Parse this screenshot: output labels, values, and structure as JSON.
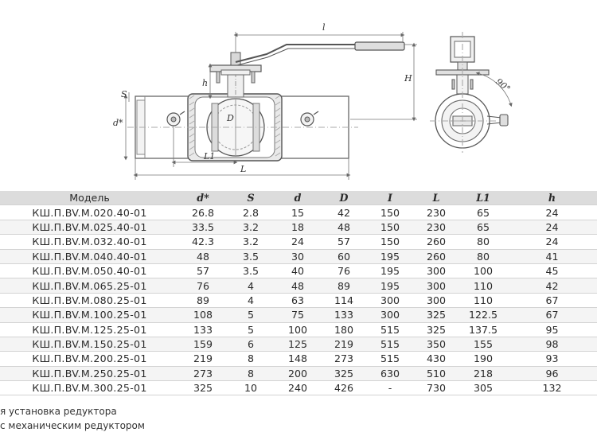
{
  "drawing": {
    "dimension_labels": {
      "l_handle": "l",
      "H": "H",
      "h": "h",
      "S": "S",
      "d_star": "d*",
      "D": "D",
      "L1": "L1",
      "L": "L",
      "angle": "90°"
    }
  },
  "table": {
    "headers": [
      "Модель",
      "d*",
      "S",
      "d",
      "D",
      "I",
      "L",
      "L1",
      "h"
    ],
    "rows": [
      [
        "КШ.П.BV.М.020.40-01",
        "26.8",
        "2.8",
        "15",
        "42",
        "150",
        "230",
        "65",
        "24"
      ],
      [
        "КШ.П.BV.М.025.40-01",
        "33.5",
        "3.2",
        "18",
        "48",
        "150",
        "230",
        "65",
        "24"
      ],
      [
        "КШ.П.BV.М.032.40-01",
        "42.3",
        "3.2",
        "24",
        "57",
        "150",
        "260",
        "80",
        "24"
      ],
      [
        "КШ.П.BV.М.040.40-01",
        "48",
        "3.5",
        "30",
        "60",
        "195",
        "260",
        "80",
        "41"
      ],
      [
        "КШ.П.BV.М.050.40-01",
        "57",
        "3.5",
        "40",
        "76",
        "195",
        "300",
        "100",
        "45"
      ],
      [
        "КШ.П.BV.М.065.25-01",
        "76",
        "4",
        "48",
        "89",
        "195",
        "300",
        "110",
        "42"
      ],
      [
        "КШ.П.BV.М.080.25-01",
        "89",
        "4",
        "63",
        "114",
        "300",
        "300",
        "110",
        "67"
      ],
      [
        "КШ.П.BV.М.100.25-01",
        "108",
        "5",
        "75",
        "133",
        "300",
        "325",
        "122.5",
        "67"
      ],
      [
        "КШ.П.BV.М.125.25-01",
        "133",
        "5",
        "100",
        "180",
        "515",
        "325",
        "137.5",
        "95"
      ],
      [
        "КШ.П.BV.М.150.25-01",
        "159",
        "6",
        "125",
        "219",
        "515",
        "350",
        "155",
        "98"
      ],
      [
        "КШ.П.BV.М.200.25-01",
        "219",
        "8",
        "148",
        "273",
        "515",
        "430",
        "190",
        "93"
      ],
      [
        "КШ.П.BV.М.250.25-01",
        "273",
        "8",
        "200",
        "325",
        "630",
        "510",
        "218",
        "96"
      ],
      [
        "КШ.П.BV.М.300.25-01",
        "325",
        "10",
        "240",
        "426",
        "-",
        "730",
        "305",
        "132"
      ]
    ]
  },
  "footnotes": [
    "я установка редуктора",
    "с механическим редуктором"
  ]
}
